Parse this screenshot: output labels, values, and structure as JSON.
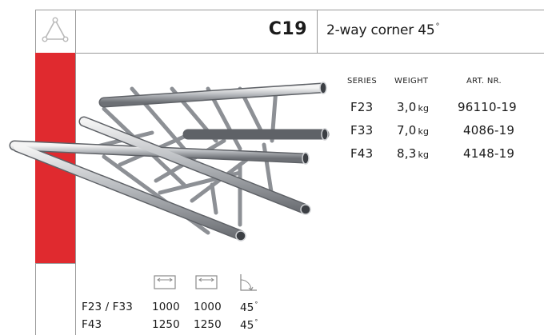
{
  "header": {
    "code": "C19",
    "title": "2-way corner 45",
    "title_degree": "°"
  },
  "icons": {
    "logo": "truss-triangle-icon",
    "length_icon_1": "length-dimension-icon",
    "length_icon_2": "length-dimension-icon",
    "angle_icon": "angle-icon",
    "product": "truss-corner-image"
  },
  "colors": {
    "accent_red": "#e02a2f",
    "rule_gray": "#9a9a9a"
  },
  "spec_table": {
    "headers": {
      "series": "SERIES",
      "weight": "WEIGHT",
      "art_nr": "ART. NR."
    },
    "unit": "kg",
    "rows": [
      {
        "series": "F23",
        "weight": "3,0",
        "art_nr": "96110-19"
      },
      {
        "series": "F33",
        "weight": "7,0",
        "art_nr": "4086-19"
      },
      {
        "series": "F43",
        "weight": "8,3",
        "art_nr": "4148-19"
      }
    ]
  },
  "dim_table": {
    "degree": "°",
    "rows": [
      {
        "series": "F23 / F33",
        "len1": "1000",
        "len2": "1000",
        "angle": "45"
      },
      {
        "series": "F43",
        "len1": "1250",
        "len2": "1250",
        "angle": "45"
      }
    ]
  }
}
